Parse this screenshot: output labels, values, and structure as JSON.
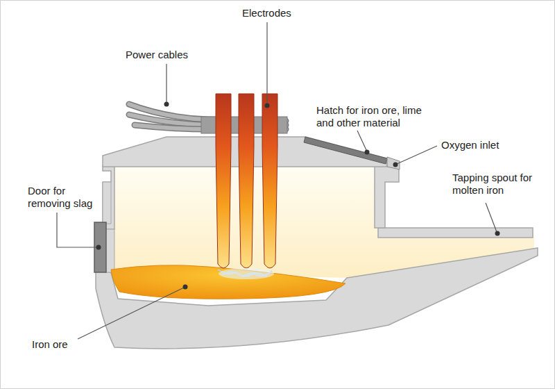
{
  "diagram": {
    "labels": [
      "Power cables",
      "Electrodes",
      "Hatch for iron ore, lime and other material",
      "Oxygen inlet",
      "Tapping spout for molten iron",
      "Door for removing slag",
      "Iron ore"
    ]
  }
}
